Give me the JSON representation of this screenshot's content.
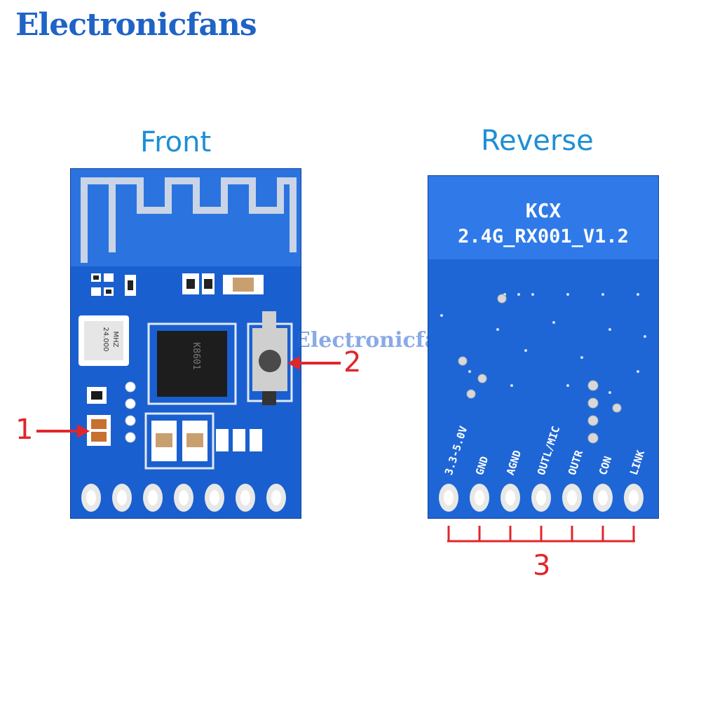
{
  "brand": "Electronicfans",
  "watermark": "Electronicfans",
  "views": {
    "front_title": "Front",
    "reverse_title": "Reverse"
  },
  "front_board": {
    "crystal_label_1": "24.000",
    "crystal_label_2": "MHZ",
    "chip_marking": "K8601",
    "pad_count": 7
  },
  "reverse_board": {
    "model_line_1": "KCX",
    "model_line_2": "2.4G_RX001_V1.2",
    "pins": [
      "3.3-5.0V",
      "GND",
      "AGND",
      "OUTL/MIC",
      "OUTR",
      "CON",
      "LINK"
    ]
  },
  "markers": {
    "m1": "1",
    "m2": "2",
    "m3": "3"
  },
  "colors": {
    "pcb_blue": "#1a5fcf",
    "brand_blue": "#1f63c6",
    "title_blue": "#1d8fd6",
    "marker_red": "#e0262b"
  }
}
